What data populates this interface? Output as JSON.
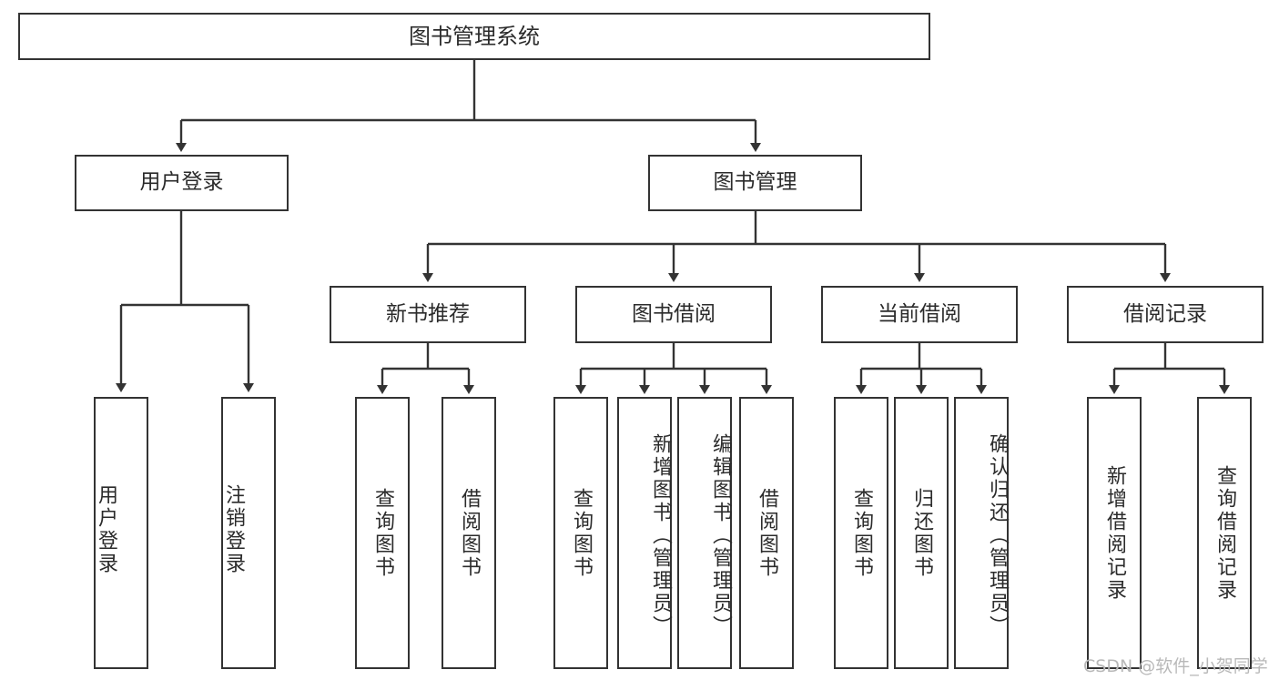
{
  "diagram": {
    "type": "tree",
    "title": "图书管理系统",
    "orientation": "top-down",
    "line_color": "#333333",
    "text_color": "#2b2b2b",
    "background": "#ffffff"
  },
  "nodes": {
    "root": {
      "label": "图书管理系统"
    },
    "level2": [
      {
        "id": "user-login",
        "label": "用户登录"
      },
      {
        "id": "book-manage",
        "label": "图书管理"
      }
    ],
    "level3": [
      {
        "id": "new-book-recommend",
        "label": "新书推荐"
      },
      {
        "id": "book-borrow",
        "label": "图书借阅"
      },
      {
        "id": "current-borrow",
        "label": "当前借阅"
      },
      {
        "id": "borrow-record",
        "label": "借阅记录"
      }
    ],
    "leaves": {
      "user_login": [
        {
          "id": "leaf-user-login",
          "label": "用户登录"
        },
        {
          "id": "leaf-logout-login",
          "label": "注销登录"
        }
      ],
      "new_book_recommend": [
        {
          "id": "leaf-query-book-1",
          "label": "查询图书"
        },
        {
          "id": "leaf-borrow-book-1",
          "label": "借阅图书"
        }
      ],
      "book_borrow": [
        {
          "id": "leaf-query-book-2",
          "label": "查询图书"
        },
        {
          "id": "leaf-add-book",
          "label": "新增图书（管理员）"
        },
        {
          "id": "leaf-edit-book",
          "label": "编辑图书（管理员）"
        },
        {
          "id": "leaf-borrow-book-2",
          "label": "借阅图书"
        }
      ],
      "current_borrow": [
        {
          "id": "leaf-query-book-3",
          "label": "查询图书"
        },
        {
          "id": "leaf-return-book",
          "label": "归还图书"
        },
        {
          "id": "leaf-confirm-return",
          "label": "确认归还（管理员）"
        }
      ],
      "borrow_record": [
        {
          "id": "leaf-add-record",
          "label": "新增借阅记录"
        },
        {
          "id": "leaf-query-record",
          "label": "查询借阅记录"
        }
      ]
    }
  },
  "watermark": {
    "text": "CSDN @软件_小贺同学"
  }
}
